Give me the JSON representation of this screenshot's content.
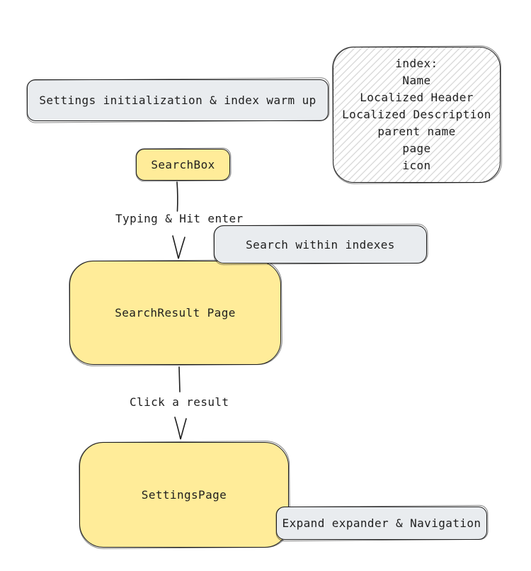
{
  "colors": {
    "stroke": "#1e1e1e",
    "yellow_fill": "#ffec99",
    "gray_fill": "#e9ecef",
    "text": "#1e1e1e",
    "background": "#ffffff"
  },
  "nodes": {
    "settings_init": {
      "label": "Settings initialization & index warm up"
    },
    "index_info": {
      "title": "index:",
      "fields": [
        "Name",
        "Localized Header",
        "Localized Description",
        "parent name",
        "page",
        "icon"
      ]
    },
    "search_box": {
      "label": "SearchBox"
    },
    "search_within": {
      "label": "Search within indexes"
    },
    "search_result": {
      "label": "SearchResult Page"
    },
    "settings_page": {
      "label": "SettingsPage"
    },
    "expand_nav": {
      "label": "Expand expander & Navigation"
    }
  },
  "edges": {
    "typing_enter": {
      "label": "Typing & Hit enter"
    },
    "click_result": {
      "label": "Click a result"
    }
  }
}
